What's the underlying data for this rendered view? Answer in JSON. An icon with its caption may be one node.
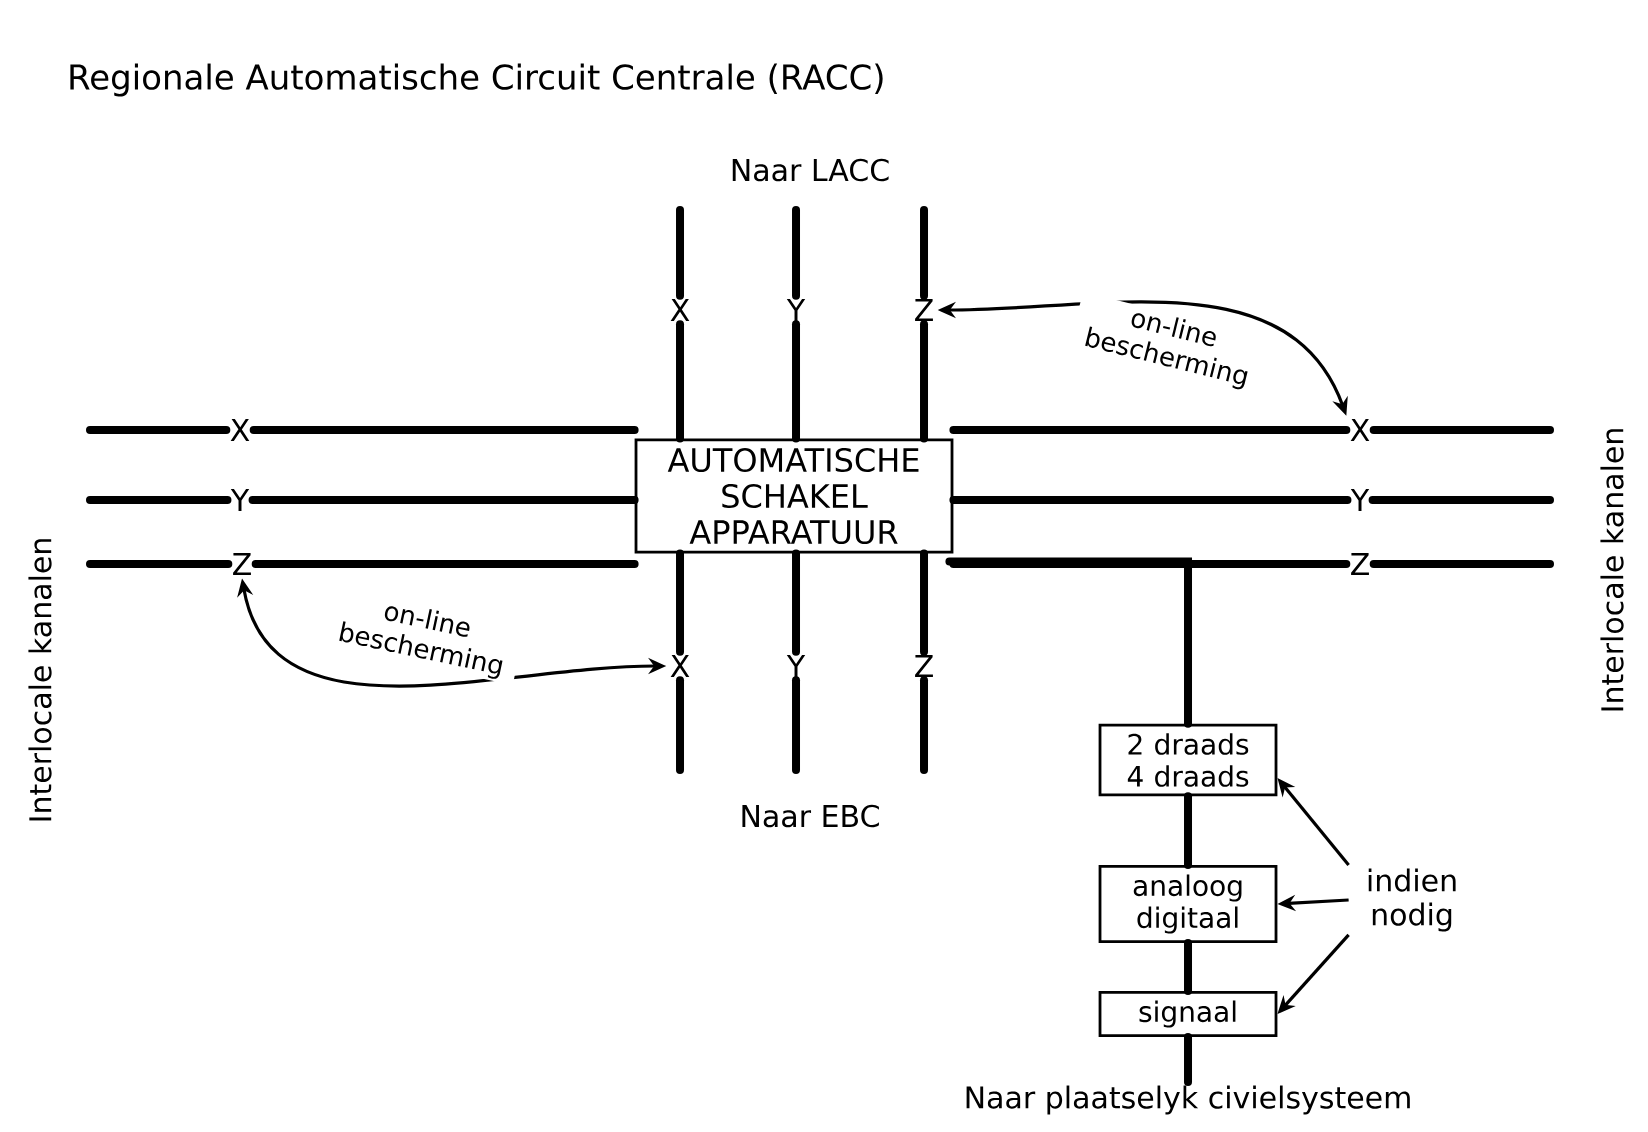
{
  "diagram": {
    "title": "Regionale Automatische Circuit Centrale (RACC)",
    "nodes": [
      {
        "text": [
          "AUTOMATISCHE SCHAKEL APPARATUUR"
        ]
      },
      {
        "text": [
          "X"
        ]
      },
      {
        "text": [
          "Y"
        ]
      },
      {
        "text": [
          "Z"
        ]
      },
      {
        "text": [
          "X"
        ]
      },
      {
        "text": [
          "Y"
        ]
      },
      {
        "text": [
          "Z"
        ]
      },
      {
        "text": [
          "X"
        ]
      },
      {
        "text": [
          "Y"
        ]
      },
      {
        "text": [
          "Z"
        ]
      },
      {
        "text": [
          "X"
        ]
      },
      {
        "text": [
          "Y"
        ]
      },
      {
        "text": [
          "Z"
        ]
      },
      {
        "text": [
          "2 draads 4 draads"
        ]
      },
      {
        "text": [
          "analoog digitaal"
        ]
      },
      {
        "text": [
          "signaal"
        ]
      },
      {
        "text": [
          "indien nodig"
        ]
      },
      {
        "text": [
          "Naar plaatselyk civielsysteem"
        ]
      }
    ],
    "edges": [
      {
        "from": null,
        "to": 1,
        "arrow": "none"
      },
      {
        "from": 1,
        "to": 0,
        "arrow": "none"
      },
      {
        "from": null,
        "to": 2,
        "arrow": "none"
      },
      {
        "from": 2,
        "to": 0,
        "arrow": "none"
      },
      {
        "from": null,
        "to": 3,
        "arrow": "none"
      },
      {
        "from": 3,
        "to": 0,
        "arrow": "none"
      },
      {
        "from": 0,
        "to": 4,
        "arrow": "none"
      },
      {
        "from": 4,
        "to": null,
        "arrow": "none"
      },
      {
        "from": 0,
        "to": 5,
        "arrow": "none"
      },
      {
        "from": 5,
        "to": null,
        "arrow": "none"
      },
      {
        "from": 0,
        "to": 6,
        "arrow": "none"
      },
      {
        "from": 6,
        "to": null,
        "arrow": "none"
      },
      {
        "from": null,
        "to": 7,
        "arrow": "none"
      },
      {
        "from": 7,
        "to": 0,
        "arrow": "none"
      },
      {
        "from": null,
        "to": 8,
        "arrow": "none"
      },
      {
        "from": 8,
        "to": 0,
        "arrow": "none"
      },
      {
        "from": null,
        "to": 9,
        "arrow": "none"
      },
      {
        "from": 9,
        "to": 0,
        "arrow": "none"
      },
      {
        "from": 0,
        "to": 10,
        "arrow": "none"
      },
      {
        "from": 10,
        "to": null,
        "arrow": "none"
      },
      {
        "from": 0,
        "to": 11,
        "arrow": "none"
      },
      {
        "from": 11,
        "to": null,
        "arrow": "none"
      },
      {
        "from": 0,
        "to": 12,
        "arrow": "none"
      },
      {
        "from": 12,
        "to": null,
        "arrow": "none"
      },
      {
        "from": 0,
        "to": 13,
        "arrow": "none"
      },
      {
        "from": 13,
        "to": 14,
        "arrow": "none"
      },
      {
        "from": 14,
        "to": 15,
        "arrow": "none"
      },
      {
        "from": 15,
        "to": 17,
        "arrow": "none"
      },
      {
        "from": 3,
        "to": 10,
        "arrow": "both",
        "label": "on-line bescherming"
      },
      {
        "from": 9,
        "to": 4,
        "arrow": "both",
        "label": "on-line bescherming"
      },
      {
        "from": 16,
        "to": 13,
        "arrow": "to"
      },
      {
        "from": 16,
        "to": 14,
        "arrow": "to"
      },
      {
        "from": 16,
        "to": 15,
        "arrow": "to"
      }
    ],
    "labels": [
      "Naar LACC",
      "Naar EBC",
      "Interlocale kanalen",
      "Interlocale kanalen"
    ]
  }
}
